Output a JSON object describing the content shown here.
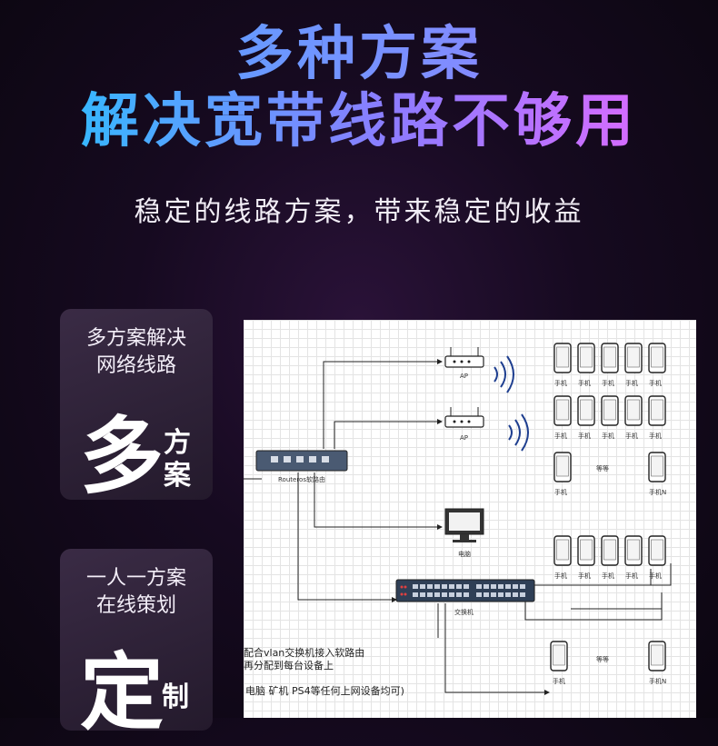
{
  "header": {
    "title_line1": "多种方案",
    "title_line2": "解决宽带线路不够用",
    "subtitle": "稳定的线路方案，带来稳定的收益"
  },
  "cards": [
    {
      "lines": [
        "多方案解决",
        "网络线路"
      ],
      "big_char": "多",
      "small_chars": [
        "方",
        "案"
      ]
    },
    {
      "lines": [
        "一人一方案",
        "在线策划"
      ],
      "big_char": "定",
      "small_chars": [
        "制"
      ]
    }
  ],
  "diagram": {
    "ap_label": "AP",
    "router_label": "Routeros软路由",
    "pc_label": "电脑",
    "switch_label": "交换机",
    "phone_label": "手机",
    "phone_n_label": "手机N",
    "etc_label": "等等",
    "note_line1": "配合vlan交换机接入软路由",
    "note_line2": "再分配到每台设备上",
    "note_line3": "电脑 矿机 PS4等任何上网设备均可)"
  }
}
